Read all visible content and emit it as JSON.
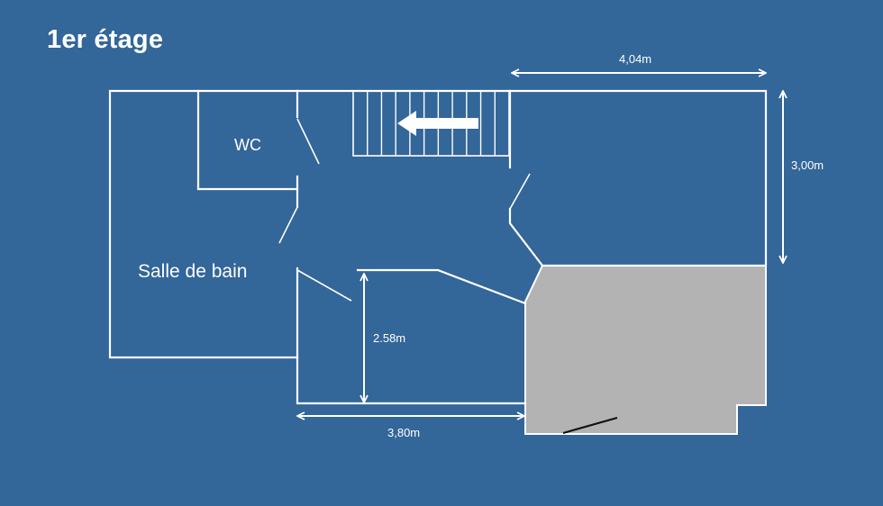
{
  "title": "1er étage",
  "rooms": {
    "wc": "WC",
    "bathroom": "Salle de bain"
  },
  "dimensions": {
    "top_width": "4,04m",
    "right_height": "3,00m",
    "inner_height": "2.58m",
    "bottom_width": "3,80m"
  },
  "colors": {
    "background": "#336699",
    "lines": "#ffffff",
    "shaded_area": "#b3b3b3"
  }
}
